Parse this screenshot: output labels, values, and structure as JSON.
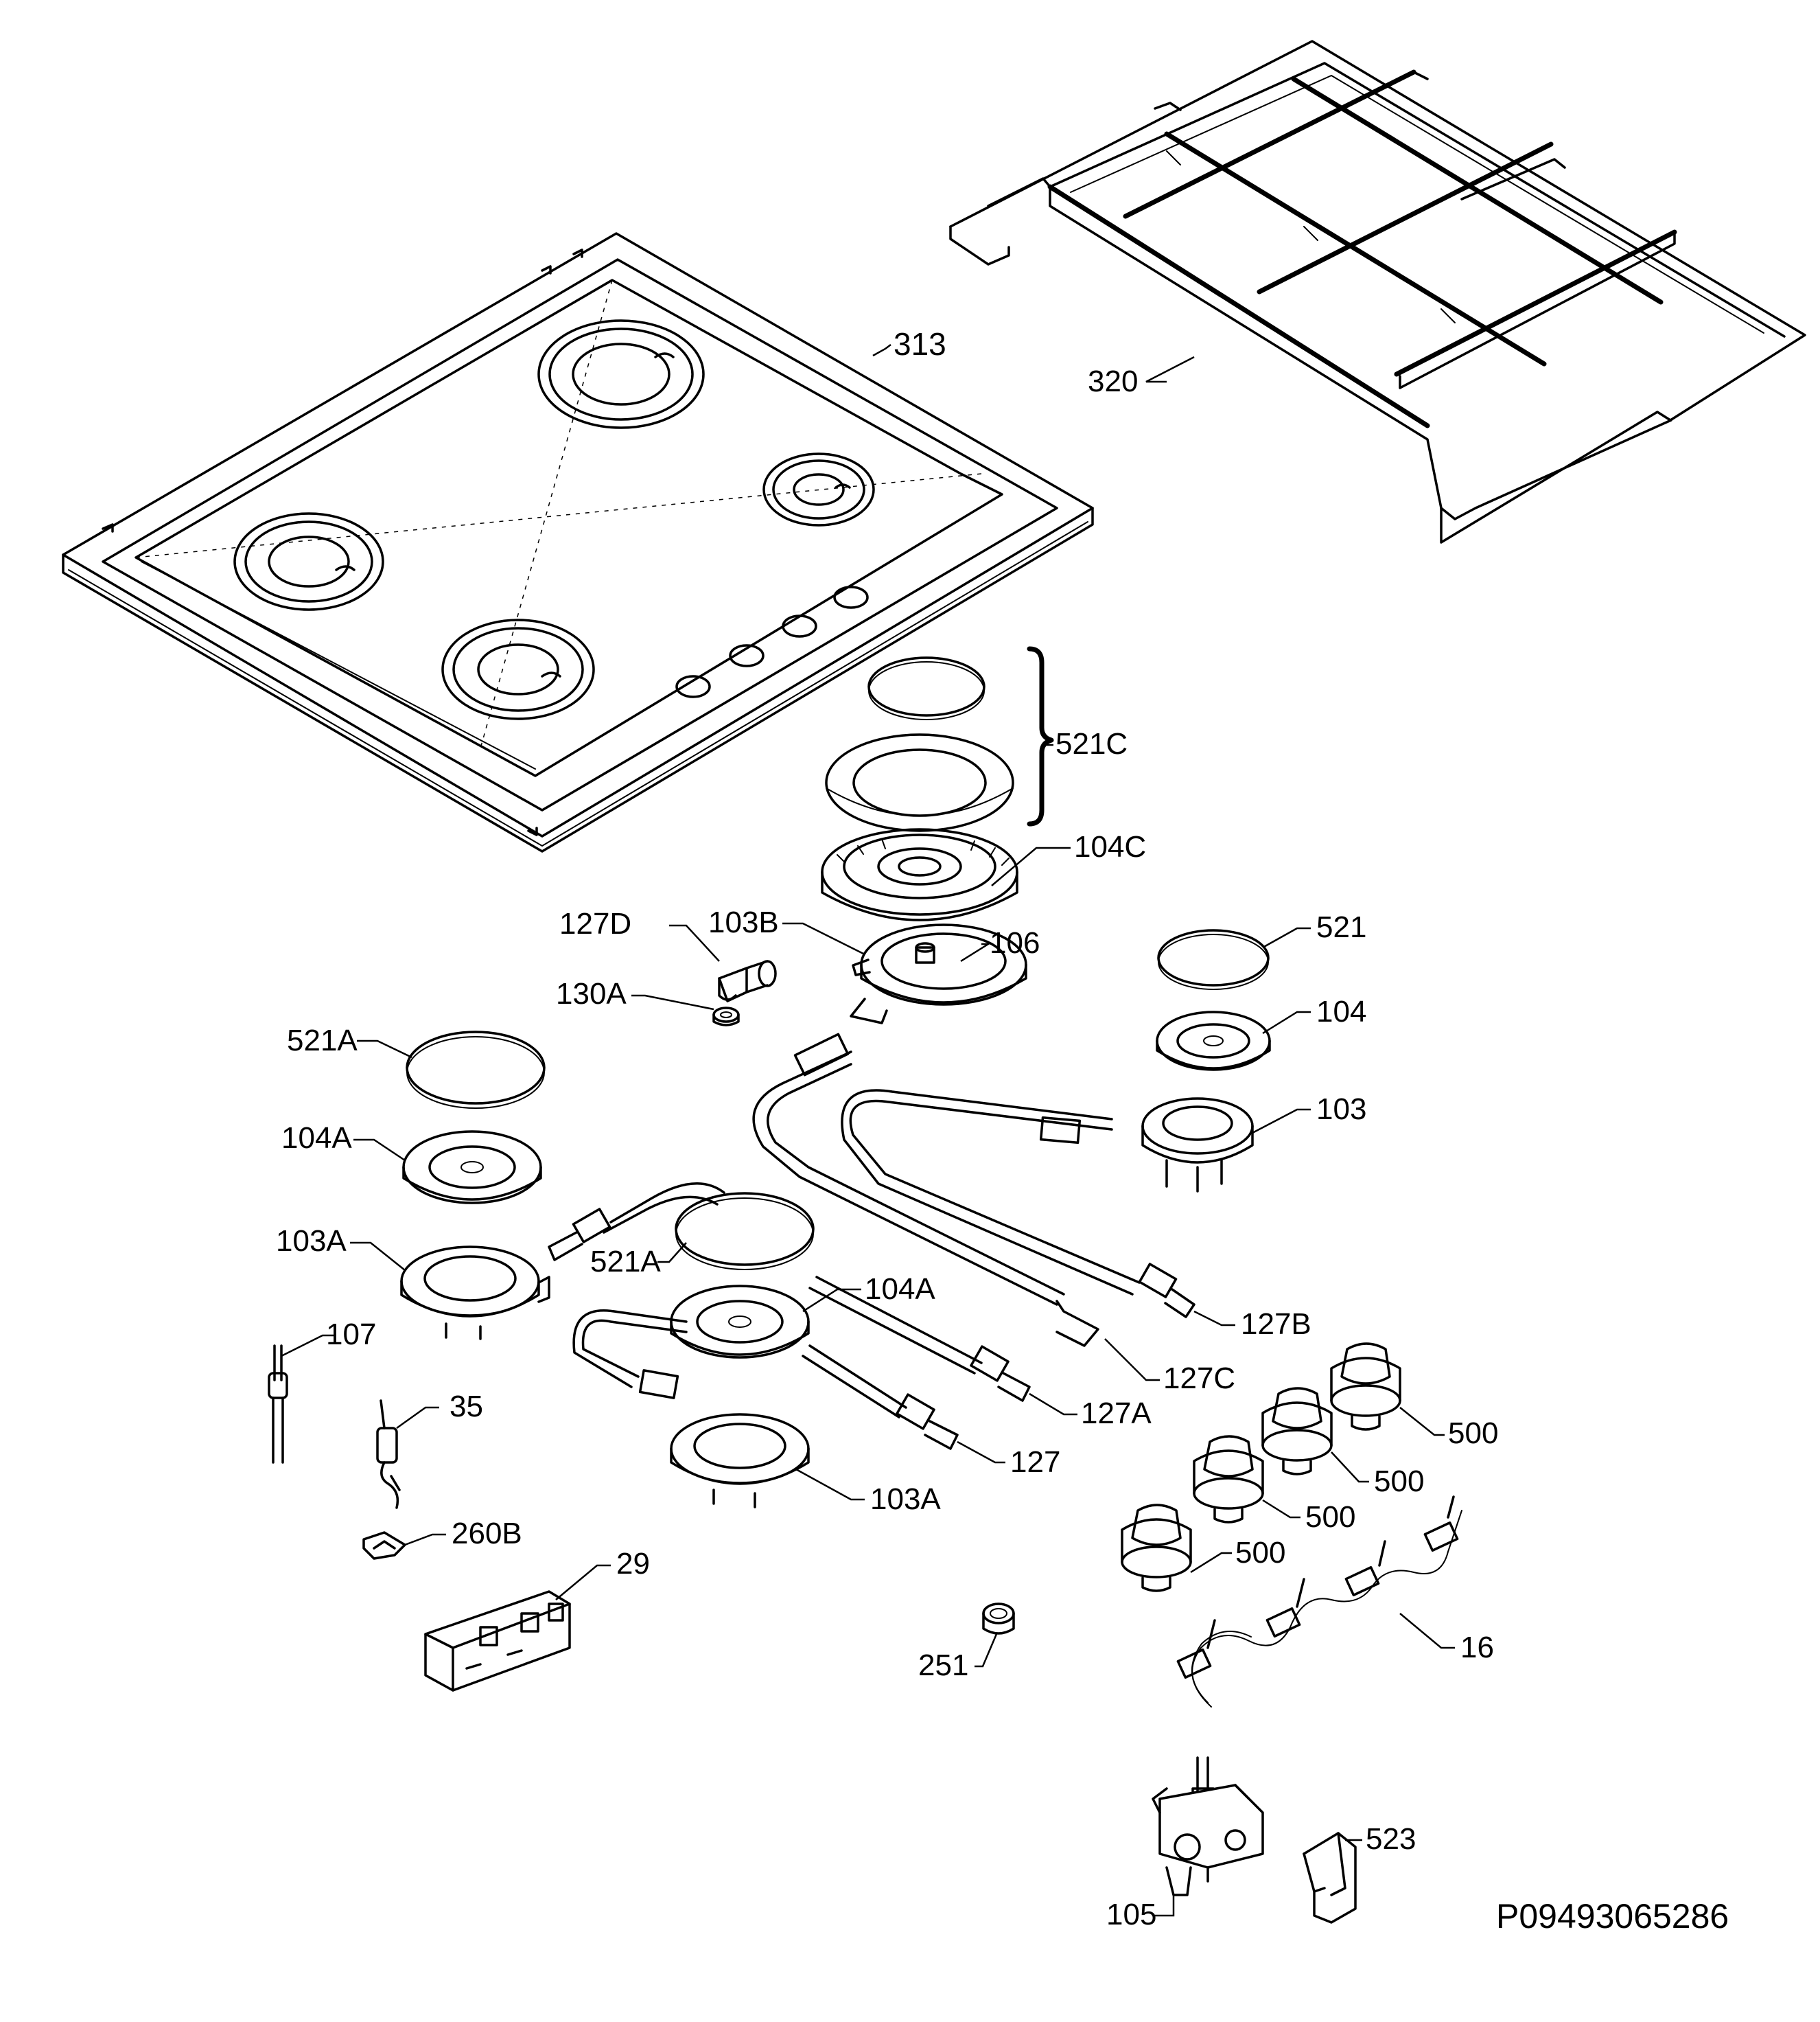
{
  "labels": {
    "l313": "313",
    "l320": "320",
    "l521c": "521C",
    "l104c": "104C",
    "l103b": "103B",
    "l106": "106",
    "l127d": "127D",
    "l130a": "130A",
    "l521": "521",
    "l104": "104",
    "l103": "103",
    "l521a_1": "521A",
    "l104a_1": "104A",
    "l103a_1": "103A",
    "l521a_2": "521A",
    "l104a_2": "104A",
    "l127b": "127B",
    "l127c": "127C",
    "l127a": "127A",
    "l127": "127",
    "l103a_2": "103A",
    "l107": "107",
    "l35": "35",
    "l260b": "260B",
    "l29": "29",
    "l500_1": "500",
    "l500_2": "500",
    "l500_3": "500",
    "l500_4": "500",
    "l16": "16",
    "l251": "251",
    "l523": "523",
    "l105": "105"
  },
  "document_id": "P09493065286"
}
